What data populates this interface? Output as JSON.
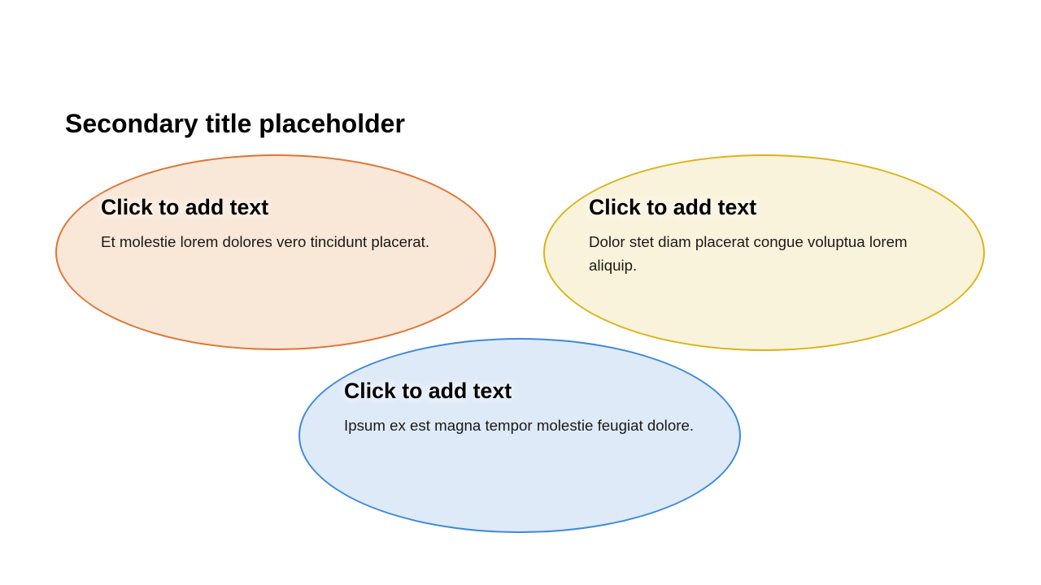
{
  "slide": {
    "title": "Secondary title placeholder",
    "bubbles": [
      {
        "name": "orange",
        "heading": "Click to add text",
        "body": "Et molestie lorem dolores vero tincidunt placerat.",
        "border_color": "#DF7533",
        "fill_color": "#F9E7D7"
      },
      {
        "name": "yellow",
        "heading": "Click to add text",
        "body": "Dolor stet diam placerat congue voluptua lorem aliquip.",
        "border_color": "#DDB217",
        "fill_color": "#FAF3DB"
      },
      {
        "name": "blue",
        "heading": "Click to add text",
        "body": "Ipsum ex est magna tempor molestie feugiat dolore.",
        "border_color": "#3E89DC",
        "fill_color": "#DEEAF8"
      }
    ]
  }
}
